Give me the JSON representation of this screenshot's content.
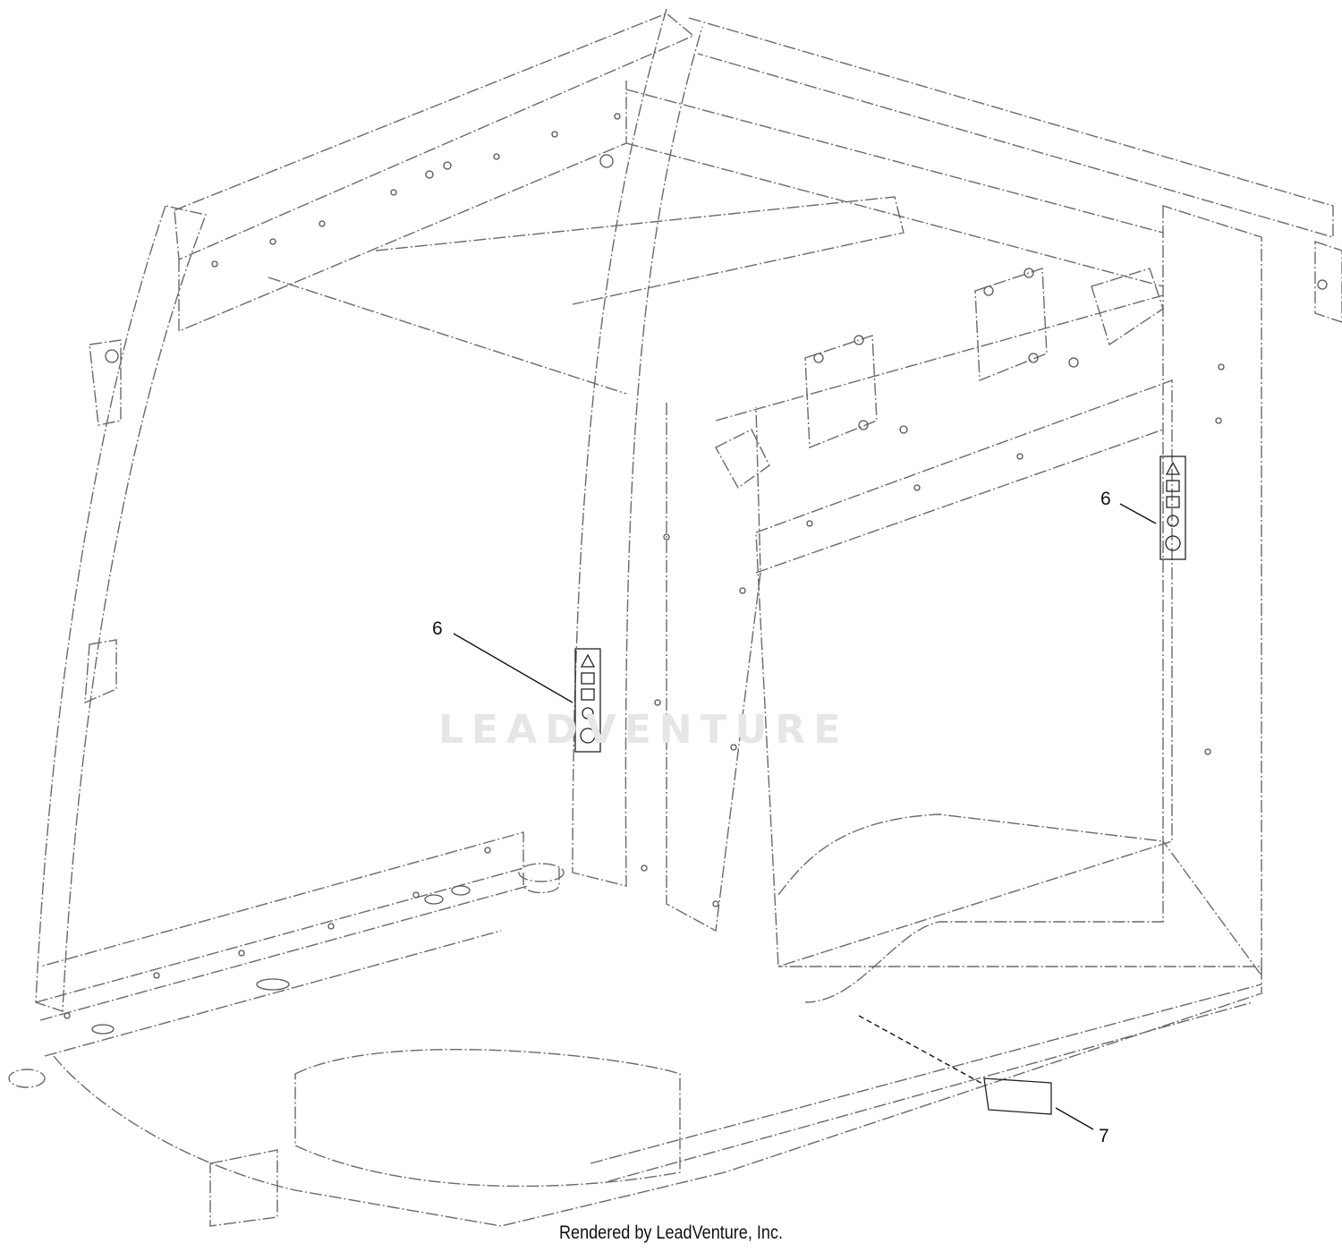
{
  "callouts": [
    {
      "id": "decal-left",
      "label": "6"
    },
    {
      "id": "decal-right",
      "label": "6"
    },
    {
      "id": "floor-decal",
      "label": "7"
    }
  ],
  "watermark": {
    "text": "LEADVENTURE"
  },
  "credit": "Rendered by LeadVenture, Inc.",
  "colors": {
    "line": "#444444",
    "phantom": "#6a6a6a",
    "watermark": "#e6e6e6"
  }
}
